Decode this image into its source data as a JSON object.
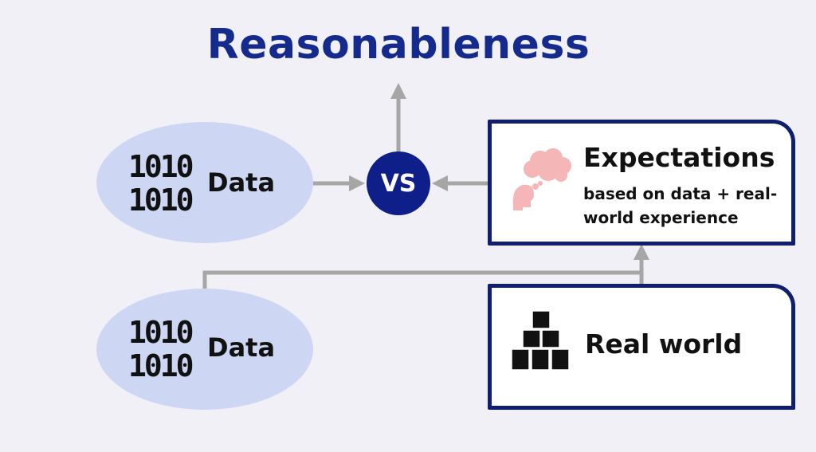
{
  "title": "Reasonableness",
  "data_nodes": [
    {
      "binary_line1": "1010",
      "binary_line2": "1010",
      "label": "Data"
    },
    {
      "binary_line1": "1010",
      "binary_line2": "1010",
      "label": "Data"
    }
  ],
  "vs_label": "VS",
  "expectations": {
    "title": "Expectations",
    "subtitle": "based on data + real-world experience",
    "icon": "thinking-head-icon"
  },
  "real_world": {
    "label": "Real world",
    "icon": "stacked-boxes-icon"
  },
  "colors": {
    "background": "#f1f0f6",
    "title": "#142a8c",
    "vs_fill": "#0f1f8a",
    "ellipse_fill": "#cdd7f4",
    "box_border": "#0f1f6e",
    "arrow": "#a6a6a6",
    "thought_icon": "#f4b6b6"
  }
}
